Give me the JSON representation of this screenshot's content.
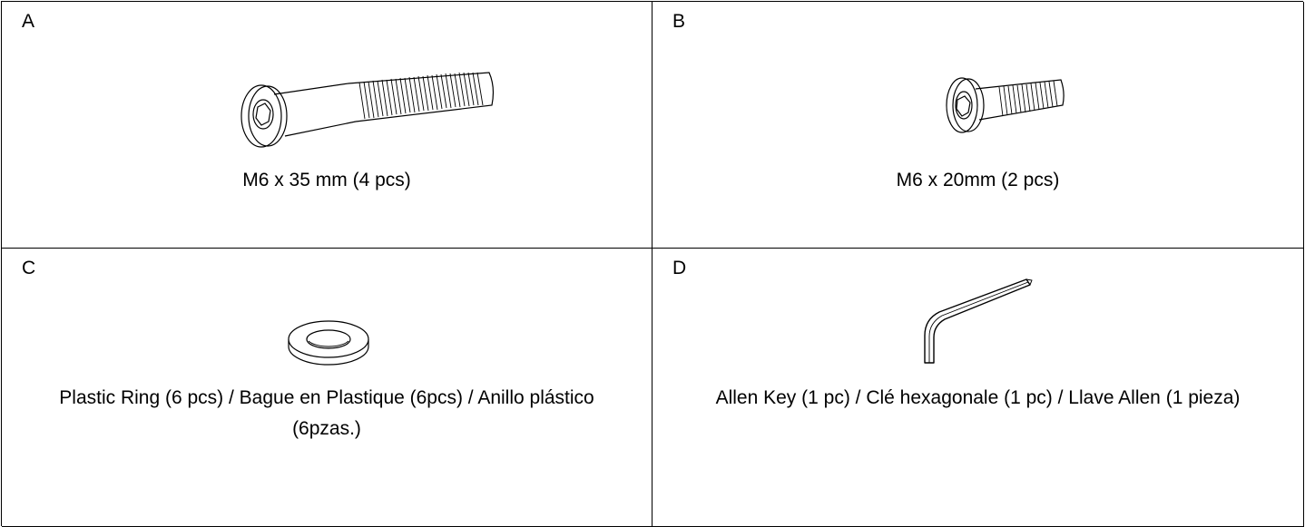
{
  "parts": [
    {
      "letter": "A",
      "icon": "long-hex-socket-bolt-icon",
      "caption": "M6 x 35 mm (4 pcs)"
    },
    {
      "letter": "B",
      "icon": "short-hex-socket-bolt-icon",
      "caption": "M6 x 20mm (2 pcs)"
    },
    {
      "letter": "C",
      "icon": "plastic-ring-washer-icon",
      "caption": "Plastic Ring (6 pcs) / Bague en Plastique (6pcs) / Anillo plástico (6pzas.)"
    },
    {
      "letter": "D",
      "icon": "allen-key-icon",
      "caption": "Allen Key (1 pc) / Clé hexagonale (1 pc) / Llave Allen (1 pieza)"
    }
  ]
}
